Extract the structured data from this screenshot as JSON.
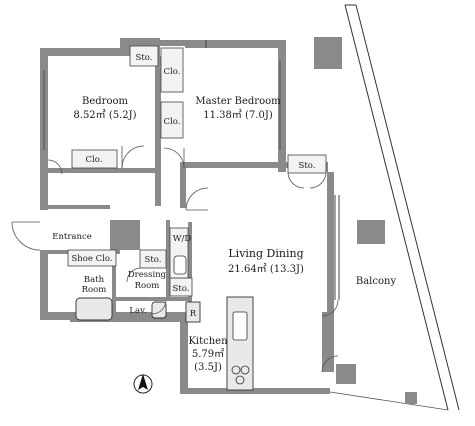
{
  "rooms": {
    "bedroom": {
      "name": "Bedroom",
      "area": "8.52㎡ (5.2J)"
    },
    "master_bedroom": {
      "name": "Master Bedroom",
      "area": "11.38㎡ (7.0J)"
    },
    "living_dining": {
      "name": "Living Dining",
      "area": "21.64㎡ (13.3J)"
    },
    "kitchen": {
      "name": "Kitchen",
      "area": "5.79㎡",
      "area_j": "(3.5J)"
    },
    "entrance": {
      "name": "Entrance"
    },
    "shoe_closet": {
      "name": "Shoe Clo."
    },
    "bath_room": {
      "line1": "Bath",
      "line2": "Room"
    },
    "dressing_room": {
      "line1": "Dressing",
      "line2": "Room"
    },
    "lavatory": {
      "name": "Lav."
    },
    "balcony": {
      "name": "Balcony"
    }
  },
  "storage": {
    "sto": "Sto.",
    "clo": "Clo.",
    "wd": "W/D",
    "r": "R"
  },
  "compass": {
    "symbol": "N",
    "icon": "north-arrow-icon"
  }
}
